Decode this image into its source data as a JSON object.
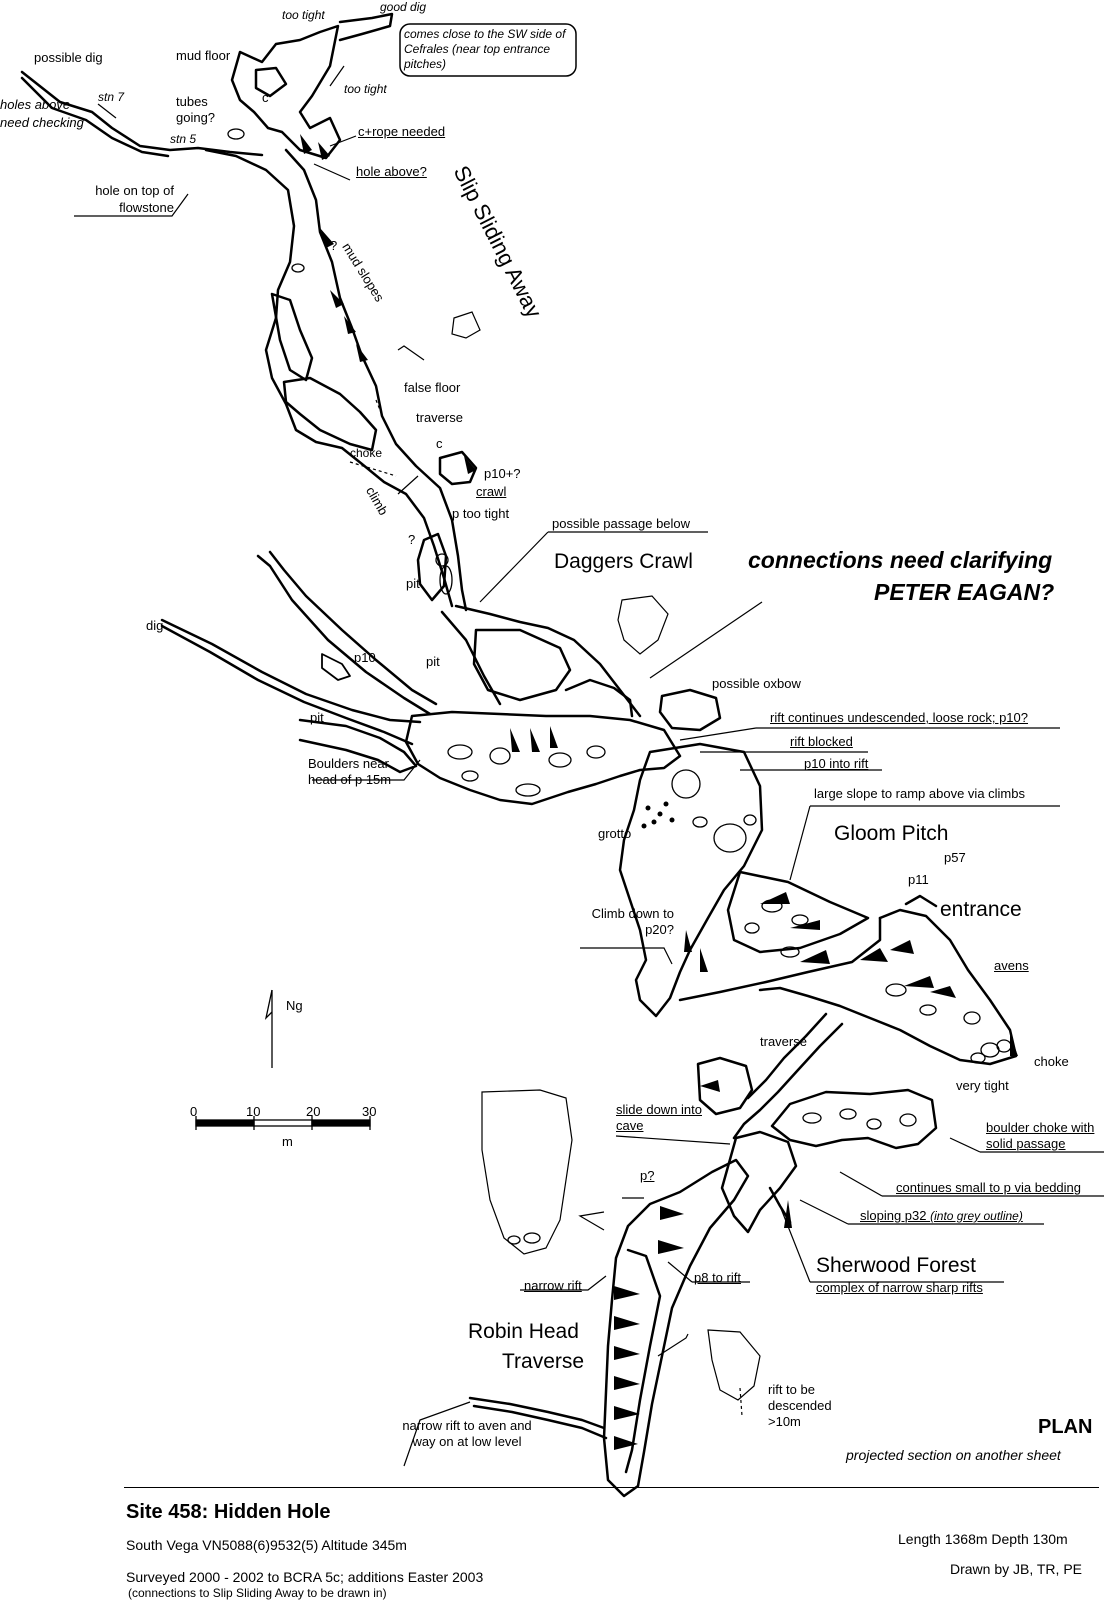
{
  "labels": {
    "too_tight_top": "too tight",
    "good_dig": "good dig",
    "sw_note": "comes close to the SW side of Cefrales (near top entrance pitches)",
    "possible_dig": "possible dig",
    "mud_floor": "mud floor",
    "too_tight_right": "too tight",
    "holes_above": "holes above need checking",
    "stn7": "stn 7",
    "tubes_going": "tubes going?",
    "c_small": "c",
    "stn5": "stn 5",
    "c_rope_needed": "c+rope needed",
    "hole_above": "hole above?",
    "hole_flowstone": "hole on top of flowstone",
    "q_mark": "?",
    "mud_slopes": "mud slopes",
    "false_floor": "false floor",
    "traverse_upper": "traverse",
    "c_lower": "c",
    "choke_upper": "choke",
    "p10q": "p10+?",
    "crawl": "crawl",
    "climb": "climb",
    "p_too_tight": "p too tight",
    "q_mark2": "?",
    "possible_passage_below": "possible passage below",
    "pit_1": "pit",
    "dig": "dig",
    "p10_left": "p10",
    "pit_2": "pit",
    "pit_3": "pit",
    "boulders_near": "Boulders near head of p 15m",
    "possible_oxbow": "possible oxbow",
    "rift_continues": "rift continues undescended, loose rock; p10?",
    "rift_blocked": "rift blocked",
    "p10_into_rift": "p10 into rift",
    "large_slope": "large slope to ramp above via climbs",
    "grotto": "grotto",
    "p57": "p57",
    "p11": "p11",
    "climb_down": "Climb down to p20?",
    "avens": "avens",
    "traverse_lower": "traverse",
    "choke_lower": "choke",
    "very_tight": "very tight",
    "slide_down": "slide down into cave",
    "boulder_choke": "boulder choke with solid passage",
    "continues_small": "continues small to p via bedding",
    "p_q": "p?",
    "sloping_p32": "sloping p32",
    "into_grey": "(into grey outline)",
    "narrow_rift": "narrow rift",
    "p8_to_rift": "p8 to rift",
    "complex_rifts": "complex of narrow sharp rifts",
    "rift_to_be": "rift to be descended >10m",
    "narrow_rift_aven": "narrow rift to aven and way on at low level",
    "north": "Ng"
  },
  "names": {
    "slip_sliding": "Slip Sliding Away",
    "daggers_crawl": "Daggers Crawl",
    "connections_1": "connections need clarifying",
    "connections_2": "PETER EAGAN?",
    "gloom_pitch": "Gloom Pitch",
    "entrance": "entrance",
    "sherwood_forest": "Sherwood Forest",
    "robin_head_1": "Robin Head",
    "robin_head_2": "Traverse"
  },
  "scale_bar": {
    "ticks": [
      "0",
      "10",
      "20",
      "30"
    ],
    "unit": "m"
  },
  "plan": {
    "title": "PLAN",
    "subtitle": "projected section on another sheet"
  },
  "footer": {
    "site": "Site 458: Hidden Hole",
    "location": "South Vega  VN5088(6)9532(5)  Altitude 345m",
    "surveyed": "Surveyed 2000 - 2002 to BCRA 5c; additions Easter 2003",
    "connections_note": "(connections to Slip Sliding Away to be drawn in)",
    "length_depth": "Length 1368m  Depth 130m",
    "drawn_by": "Drawn by JB, TR, PE"
  }
}
